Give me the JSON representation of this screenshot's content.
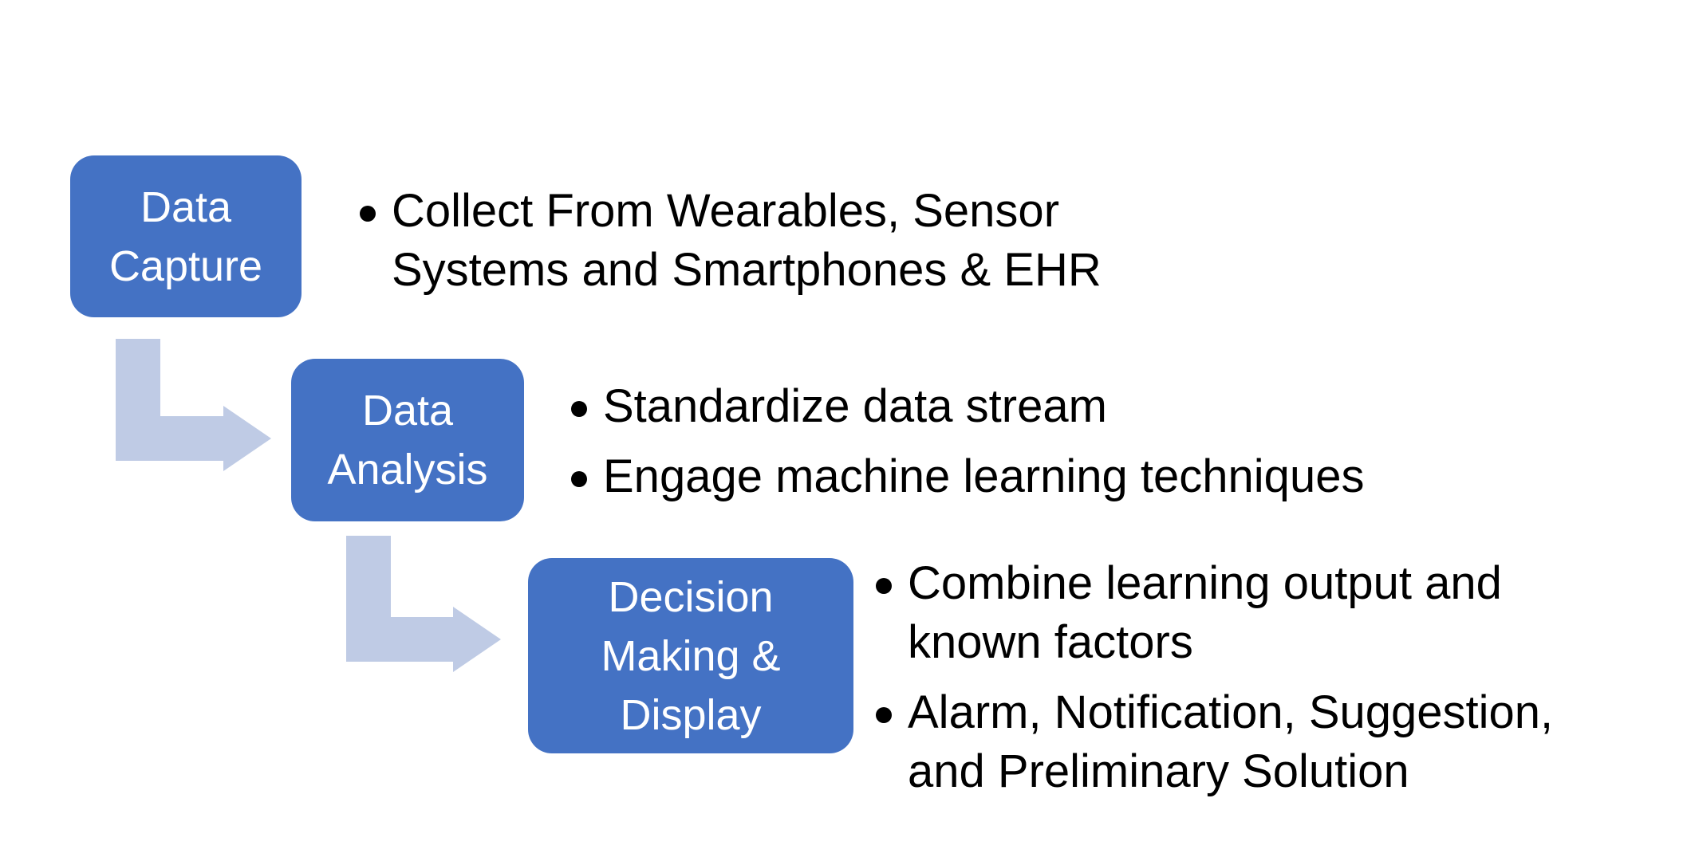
{
  "colors": {
    "box_fill": "#4472C4",
    "box_text": "#ffffff",
    "arrow_fill": "#BFCBE5",
    "bullet_text": "#000000"
  },
  "steps": [
    {
      "label_lines": [
        "Data",
        "Capture"
      ],
      "bullets": [
        [
          "Collect From Wearables, Sensor",
          "Systems and Smartphones & EHR"
        ]
      ]
    },
    {
      "label_lines": [
        "Data",
        "Analysis"
      ],
      "bullets": [
        [
          "Standardize data stream"
        ],
        [
          "Engage machine learning techniques"
        ]
      ]
    },
    {
      "label_lines": [
        "Decision",
        "Making &",
        "Display"
      ],
      "bullets": [
        [
          "Combine learning output and",
          "known factors"
        ],
        [
          "Alarm, Notification, Suggestion,",
          "and Preliminary Solution"
        ]
      ]
    }
  ],
  "connectors": [
    {
      "from": "Data Capture",
      "to": "Data Analysis",
      "icon": "bent-arrow-icon"
    },
    {
      "from": "Data Analysis",
      "to": "Decision Making & Display",
      "icon": "bent-arrow-icon"
    }
  ]
}
